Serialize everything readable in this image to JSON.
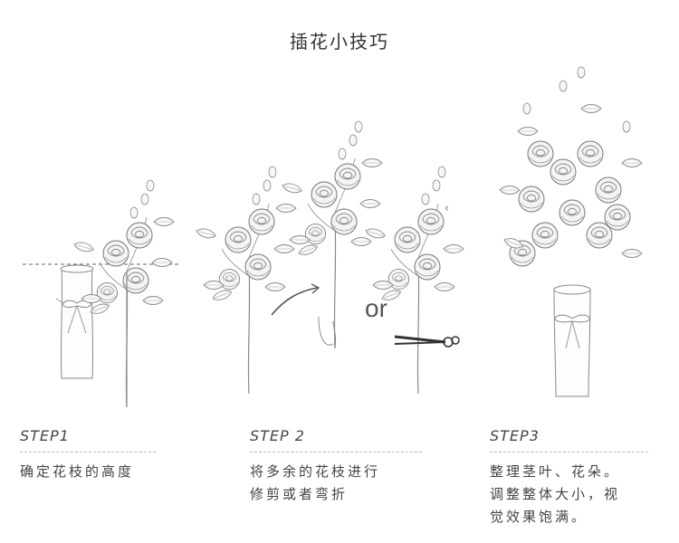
{
  "title": "插花小技巧",
  "or_text": "or",
  "steps": [
    {
      "label": "STEP1",
      "lines": [
        "确定花枝的高度"
      ]
    },
    {
      "label": "STEP 2",
      "lines": [
        "将多余的花枝进行",
        "修剪或者弯折"
      ]
    },
    {
      "label": "STEP3",
      "lines": [
        "整理茎叶、花朵。",
        "调整整体大小，视",
        "觉效果饱满。"
      ]
    }
  ]
}
